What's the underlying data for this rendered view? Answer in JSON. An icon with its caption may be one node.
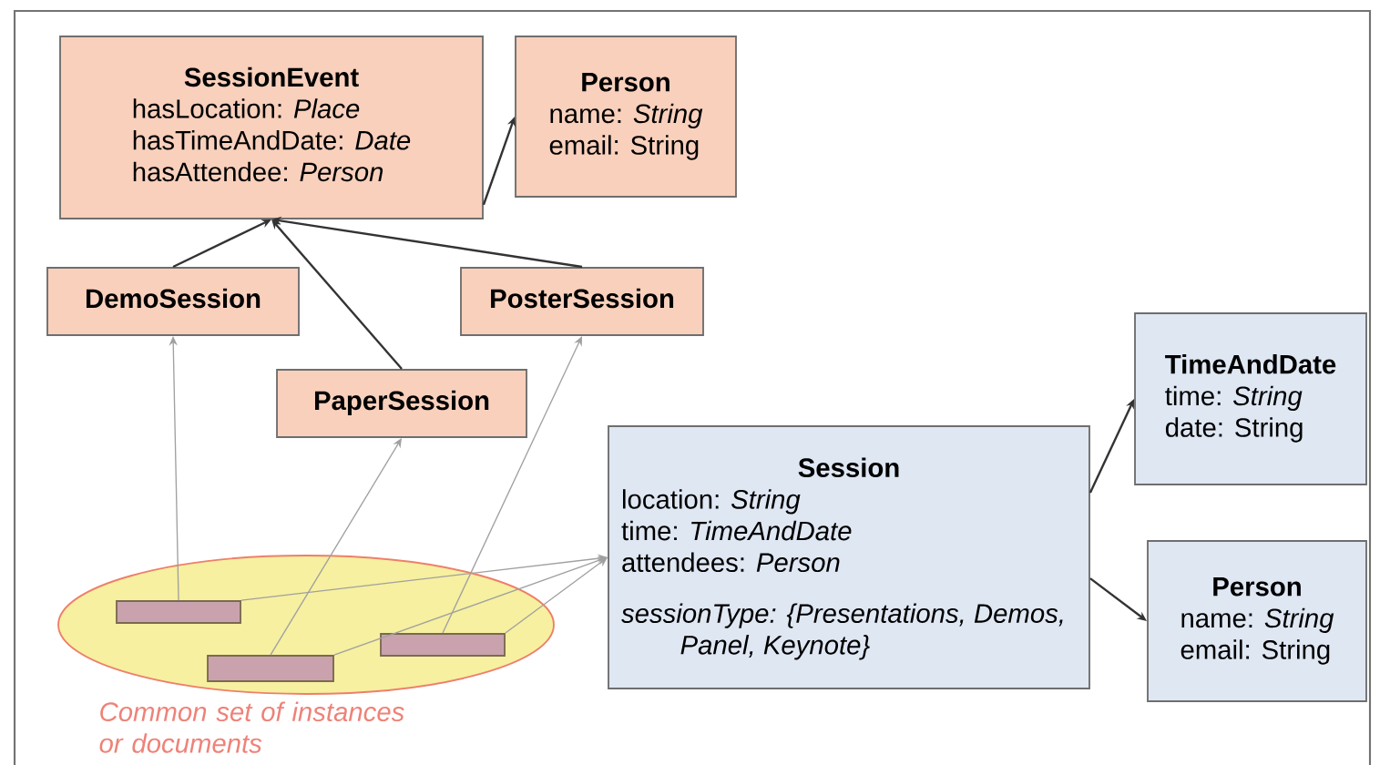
{
  "diagram": {
    "nodes": [
      {
        "text": [
          "SessionEvent",
          "hasLocation: *Place*",
          "hasTimeAndDate: *Date*",
          "hasAttendee: *Person*"
        ]
      },
      {
        "text": [
          "Person",
          "name: *String*",
          "email: String"
        ]
      },
      {
        "text": [
          "DemoSession"
        ]
      },
      {
        "text": [
          "PosterSession"
        ]
      },
      {
        "text": [
          "PaperSession"
        ]
      },
      {
        "text": [
          "Session",
          "location: *String*",
          "time: *TimeAndDate*",
          "attendees: *Person*",
          "sessionType: {Presentations, Demos, Panel, Keynote}"
        ]
      },
      {
        "text": [
          "TimeAndDate",
          "time: *String*",
          "date: String"
        ]
      },
      {
        "text": [
          "Person",
          "name: *String*",
          "email: String"
        ]
      },
      {
        "text": [],
        "shape": "ellipse",
        "beside": [
          "Common set of instances or documents"
        ]
      },
      {
        "text": [],
        "shape": "bar",
        "in": 8
      },
      {
        "text": [],
        "shape": "bar",
        "in": 8
      },
      {
        "text": [],
        "shape": "bar",
        "in": 8
      }
    ],
    "edges": [
      {
        "from": 0,
        "to": 1,
        "arrow": "to"
      },
      {
        "from": 2,
        "to": 0,
        "arrow": "to"
      },
      {
        "from": 4,
        "to": 0,
        "arrow": "to"
      },
      {
        "from": 3,
        "to": 0,
        "arrow": "to"
      },
      {
        "from": 9,
        "to": 2,
        "arrow": "to",
        "color": "#a0a0a0"
      },
      {
        "from": 10,
        "to": 4,
        "arrow": "to",
        "color": "#a0a0a0"
      },
      {
        "from": 11,
        "to": 3,
        "arrow": "to",
        "color": "#a0a0a0"
      },
      {
        "from": 9,
        "to": 5,
        "arrow": "to",
        "color": "#a0a0a0"
      },
      {
        "from": 10,
        "to": 5,
        "arrow": "to",
        "color": "#a0a0a0"
      },
      {
        "from": 11,
        "to": 5,
        "arrow": "to",
        "color": "#a0a0a0"
      },
      {
        "from": 5,
        "to": 6,
        "arrow": "to"
      },
      {
        "from": 5,
        "to": 7,
        "arrow": "to"
      }
    ]
  }
}
